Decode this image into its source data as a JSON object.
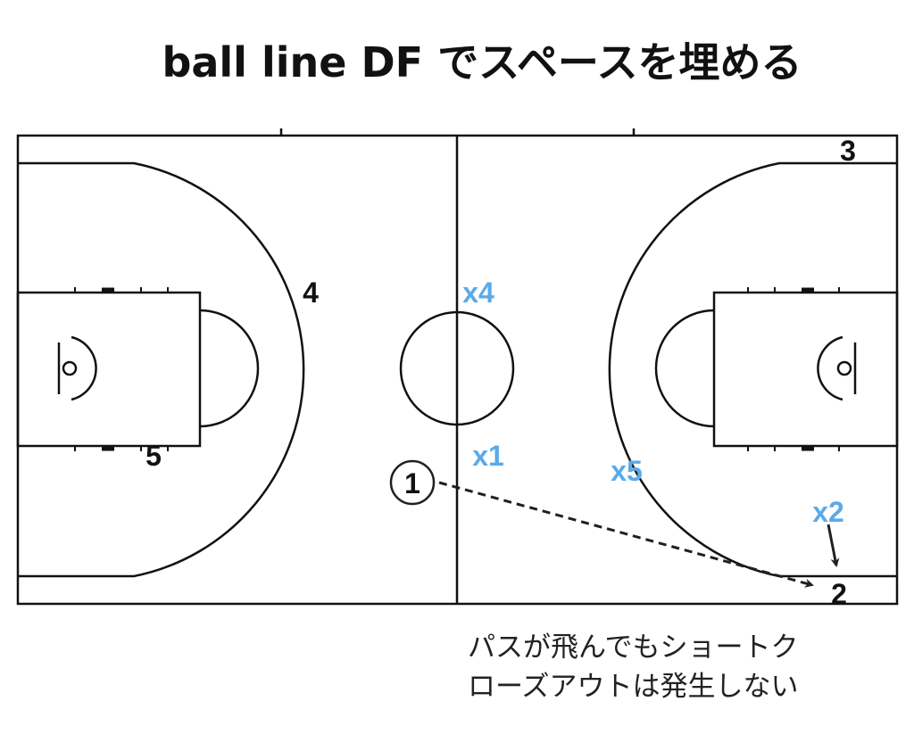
{
  "title": "ball line DF でスペースを埋める",
  "offense": {
    "p1": "1",
    "p2": "2",
    "p3": "3",
    "p4": "4",
    "p5": "5"
  },
  "defense": {
    "x1": "x1",
    "x2": "x2",
    "x4": "x4",
    "x5": "x5"
  },
  "caption": [
    "パスが飛んでもショートク",
    "ローズアウトは発生しない"
  ],
  "colors": {
    "defense": "#5aaaea",
    "lines": "#111111"
  }
}
